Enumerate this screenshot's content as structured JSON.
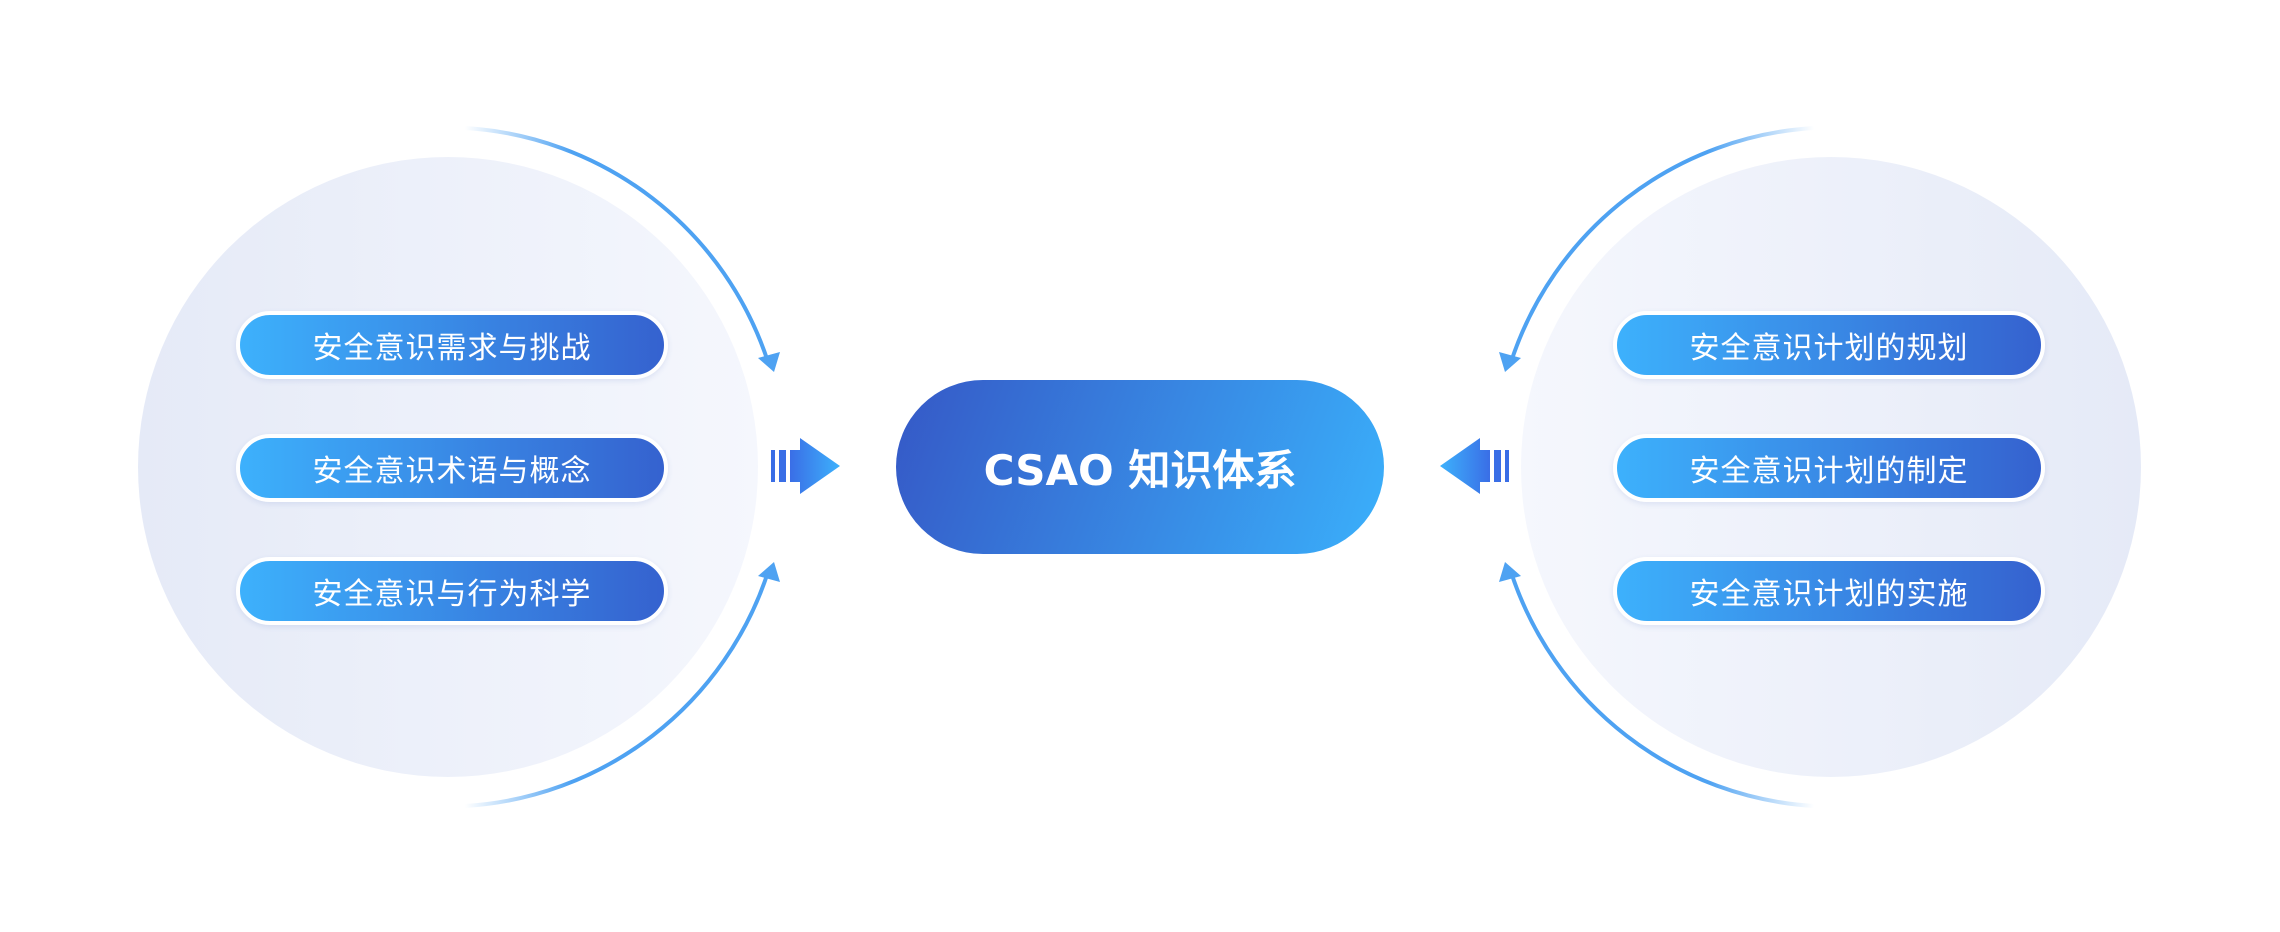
{
  "center": {
    "title": "CSAO 知识体系"
  },
  "left": {
    "items": [
      {
        "label": "安全意识需求与挑战"
      },
      {
        "label": "安全意识术语与概念"
      },
      {
        "label": "安全意识与行为科学"
      }
    ]
  },
  "right": {
    "items": [
      {
        "label": "安全意识计划的规划"
      },
      {
        "label": "安全意识计划的制定"
      },
      {
        "label": "安全意识计划的实施"
      }
    ]
  },
  "colors": {
    "accent_dark": "#3562cf",
    "accent_light": "#3db1fc",
    "arc": "#4ea2f2"
  }
}
